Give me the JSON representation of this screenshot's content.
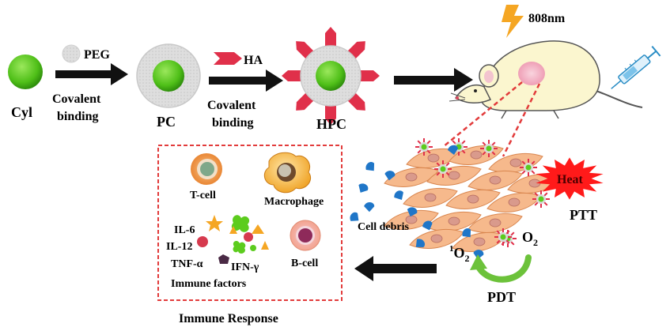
{
  "labels": {
    "cyl": "Cyl",
    "peg": "PEG",
    "covalent1": "Covalent",
    "binding1": "binding",
    "pc": "PC",
    "ha": "HA",
    "covalent2": "Covalent",
    "binding2": "binding",
    "hpc": "HPC",
    "laser": "808nm",
    "heat": "Heat",
    "ptt": "PTT",
    "cell_debris": "Cell debris",
    "singlet_o2": "1O2",
    "singlet_sup": "1",
    "singlet_base": "O",
    "singlet_sub": "2",
    "o2_base": "O",
    "o2_sub": "2",
    "pdt": "PDT",
    "tcell": "T-cell",
    "macrophage": "Macrophage",
    "il6": "IL-6",
    "il12": "IL-12",
    "tnf": "TNF-α",
    "ifn": "IFN-γ",
    "bcell": "B-cell",
    "immune_factors": "Immune factors",
    "immune_response": "Immune Response"
  },
  "colors": {
    "core_green": "#5ccc1e",
    "peg_shell": "#d9d9d9",
    "ha_red": "#e0304a",
    "arrow": "#111111",
    "mouse_body": "#fbf6cf",
    "tumor": "#f3b8c8",
    "tissue": "#f6b98c",
    "debris_blue": "#1f76c8",
    "heat_star": "#ff1a1a",
    "box_dash": "#e23b3b",
    "pdt_arrow": "#6cc23a",
    "laser": "#f5a623"
  }
}
